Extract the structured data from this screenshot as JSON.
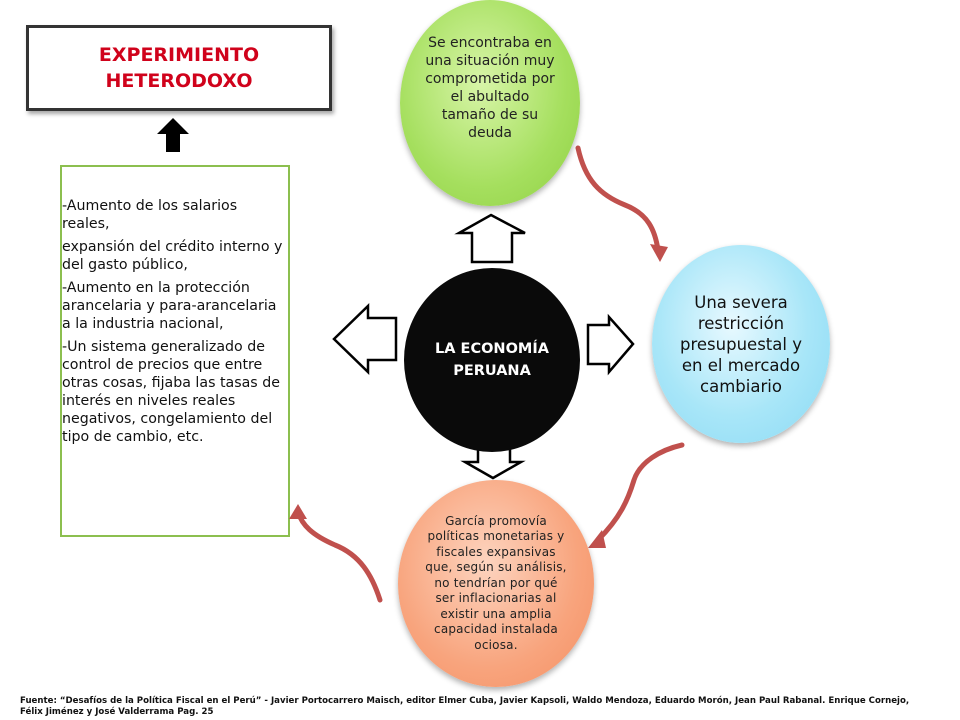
{
  "title": "EXPERIMIENTO\nHETERODOXO",
  "left_items": [
    "-Aumento de los salarios reales,",
    "expansión del crédito interno y del gasto público,",
    "-Aumento en la protección arancelaria y para-arancelaria a la industria nacional,",
    "-Un sistema generalizado de control de precios que entre otras cosas, fijaba las tasas de interés en niveles reales negativos, congelamiento del tipo de cambio, etc."
  ],
  "center": "LA ECONOMÍA PERUANA",
  "circle_top": "Se encontraba en una situación muy comprometida por el abultado tamaño de su deuda",
  "circle_right": "Una severa restricción presupuestal y en el mercado cambiario",
  "circle_bottom": "García promovía políticas monetarias y fiscales expansivas que, según su análisis, no tendrían por qué ser inflacionarias al existir una amplia capacidad instalada ociosa.",
  "source": "Fuente: “Desafíos de la Política Fiscal en el Perú” - Javier Portocarrero Maisch, editor Elmer Cuba, Javier Kapsoli, Waldo Mendoza, Eduardo Morón, Jean Paul Rabanal. Enrique Cornejo, Félix Jiménez y José Valderrama Pag. 25",
  "colors": {
    "title_text": "#d0021b",
    "left_border": "#8cbf4f",
    "curved_arrows": "#c0504d",
    "circle_top": "#a5df5e",
    "circle_right": "#a8e6f8",
    "circle_bottom": "#f8a47d",
    "circle_center": "#0a0a0a"
  }
}
